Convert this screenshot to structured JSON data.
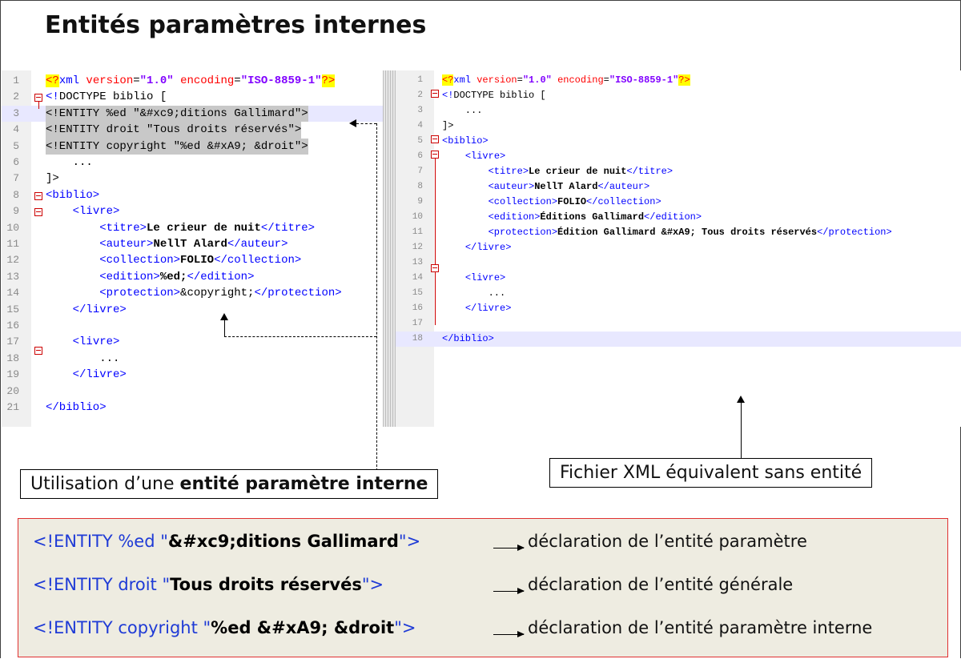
{
  "title": "Entités paramètres internes",
  "left_editor": {
    "lines": [
      {
        "n": "1",
        "parts": [
          [
            "pi",
            "<?"
          ],
          [
            "tag",
            "xml "
          ],
          [
            "attr",
            "version"
          ],
          [
            "plain",
            "="
          ],
          [
            "val",
            "\"1.0\""
          ],
          [
            "plain",
            " "
          ],
          [
            "attr",
            "encoding"
          ],
          [
            "plain",
            "="
          ],
          [
            "val",
            "\"ISO-8859-1\""
          ],
          [
            "pi",
            "?>"
          ]
        ]
      },
      {
        "n": "2",
        "parts": [
          [
            "tag",
            "<!"
          ],
          [
            "plain",
            "DOCTYPE biblio ["
          ]
        ]
      },
      {
        "n": "3",
        "parts": [
          [
            "plain",
            "<!ENTITY %ed \"&#xc9;ditions Gallimard\">"
          ]
        ]
      },
      {
        "n": "4",
        "parts": [
          [
            "plain",
            "<!ENTITY droit \"Tous droits réservés\">"
          ]
        ]
      },
      {
        "n": "5",
        "parts": [
          [
            "plain",
            "<!ENTITY copyright \"%ed &#xA9; &droit\">"
          ]
        ]
      },
      {
        "n": "6",
        "parts": [
          [
            "plain",
            "    ..."
          ]
        ]
      },
      {
        "n": "7",
        "parts": [
          [
            "plain",
            "]>"
          ]
        ]
      },
      {
        "n": "8",
        "parts": [
          [
            "tag",
            "<biblio>"
          ]
        ]
      },
      {
        "n": "9",
        "parts": [
          [
            "plain",
            "    "
          ],
          [
            "tag",
            "<livre>"
          ]
        ]
      },
      {
        "n": "10",
        "parts": [
          [
            "plain",
            "        "
          ],
          [
            "tag",
            "<titre>"
          ],
          [
            "text",
            "Le crieur de nuit"
          ],
          [
            "tag",
            "</titre>"
          ]
        ]
      },
      {
        "n": "11",
        "parts": [
          [
            "plain",
            "        "
          ],
          [
            "tag",
            "<auteur>"
          ],
          [
            "text",
            "NellT Alard"
          ],
          [
            "tag",
            "</auteur>"
          ]
        ]
      },
      {
        "n": "12",
        "parts": [
          [
            "plain",
            "        "
          ],
          [
            "tag",
            "<collection>"
          ],
          [
            "text",
            "FOLIO"
          ],
          [
            "tag",
            "</collection>"
          ]
        ]
      },
      {
        "n": "13",
        "parts": [
          [
            "plain",
            "        "
          ],
          [
            "tag",
            "<edition>"
          ],
          [
            "text",
            "%ed;"
          ],
          [
            "tag",
            "</edition>"
          ]
        ]
      },
      {
        "n": "14",
        "parts": [
          [
            "plain",
            "        "
          ],
          [
            "tag",
            "<protection>"
          ],
          [
            "plain",
            "&copyright;"
          ],
          [
            "tag",
            "</protection>"
          ]
        ]
      },
      {
        "n": "15",
        "parts": [
          [
            "plain",
            "    "
          ],
          [
            "tag",
            "</livre>"
          ]
        ]
      },
      {
        "n": "16",
        "parts": []
      },
      {
        "n": "17",
        "parts": [
          [
            "plain",
            "    "
          ],
          [
            "tag",
            "<livre>"
          ]
        ]
      },
      {
        "n": "18",
        "parts": [
          [
            "plain",
            "        ..."
          ]
        ]
      },
      {
        "n": "19",
        "parts": [
          [
            "plain",
            "    "
          ],
          [
            "tag",
            "</livre>"
          ]
        ]
      },
      {
        "n": "20",
        "parts": []
      },
      {
        "n": "21",
        "parts": [
          [
            "tag",
            "</biblio>"
          ]
        ]
      }
    ]
  },
  "right_editor": {
    "lines": [
      {
        "n": "1",
        "parts": [
          [
            "pi",
            "<?"
          ],
          [
            "tag",
            "xml "
          ],
          [
            "attr",
            "version"
          ],
          [
            "plain",
            "="
          ],
          [
            "val",
            "\"1.0\""
          ],
          [
            "plain",
            " "
          ],
          [
            "attr",
            "encoding"
          ],
          [
            "plain",
            "="
          ],
          [
            "val",
            "\"ISO-8859-1\""
          ],
          [
            "pi",
            "?>"
          ]
        ]
      },
      {
        "n": "2",
        "parts": [
          [
            "tag",
            "<!"
          ],
          [
            "plain",
            "DOCTYPE biblio ["
          ]
        ]
      },
      {
        "n": "3",
        "parts": [
          [
            "plain",
            "    ..."
          ]
        ]
      },
      {
        "n": "4",
        "parts": [
          [
            "plain",
            "]>"
          ]
        ]
      },
      {
        "n": "5",
        "parts": [
          [
            "tag",
            "<biblio>"
          ]
        ]
      },
      {
        "n": "6",
        "parts": [
          [
            "plain",
            "    "
          ],
          [
            "tag",
            "<livre>"
          ]
        ]
      },
      {
        "n": "7",
        "parts": [
          [
            "plain",
            "        "
          ],
          [
            "tag",
            "<titre>"
          ],
          [
            "text",
            "Le crieur de nuit"
          ],
          [
            "tag",
            "</titre>"
          ]
        ]
      },
      {
        "n": "8",
        "parts": [
          [
            "plain",
            "        "
          ],
          [
            "tag",
            "<auteur>"
          ],
          [
            "text",
            "NellT Alard"
          ],
          [
            "tag",
            "</auteur>"
          ]
        ]
      },
      {
        "n": "9",
        "parts": [
          [
            "plain",
            "        "
          ],
          [
            "tag",
            "<collection>"
          ],
          [
            "text",
            "FOLIO"
          ],
          [
            "tag",
            "</collection>"
          ]
        ]
      },
      {
        "n": "10",
        "parts": [
          [
            "plain",
            "        "
          ],
          [
            "tag",
            "<edition>"
          ],
          [
            "text",
            "Éditions Gallimard"
          ],
          [
            "tag",
            "</edition>"
          ]
        ]
      },
      {
        "n": "11",
        "parts": [
          [
            "plain",
            "        "
          ],
          [
            "tag",
            "<protection>"
          ],
          [
            "text",
            "Édition Gallimard &#xA9; Tous droits réservés"
          ],
          [
            "tag",
            "</protection>"
          ]
        ]
      },
      {
        "n": "12",
        "parts": [
          [
            "plain",
            "    "
          ],
          [
            "tag",
            "</livre>"
          ]
        ]
      },
      {
        "n": "13",
        "parts": []
      },
      {
        "n": "14",
        "parts": [
          [
            "plain",
            "    "
          ],
          [
            "tag",
            "<livre>"
          ]
        ]
      },
      {
        "n": "15",
        "parts": [
          [
            "plain",
            "        ..."
          ]
        ]
      },
      {
        "n": "16",
        "parts": [
          [
            "plain",
            "    "
          ],
          [
            "tag",
            "</livre>"
          ]
        ]
      },
      {
        "n": "17",
        "parts": []
      },
      {
        "n": "18",
        "parts": [
          [
            "tag",
            "</biblio>"
          ]
        ]
      }
    ]
  },
  "callouts": {
    "left_prefix": "Utilisation d’une ",
    "left_bold": "entité paramètre interne",
    "right": "Fichier XML équivalent sans entité"
  },
  "legend": {
    "rows": [
      {
        "prefix": "<!ENTITY %ed \"",
        "bold": "&#xc9;ditions Gallimard",
        "suffix": "\">",
        "desc": "déclaration de l’entité paramètre"
      },
      {
        "prefix": "<!ENTITY droit \"",
        "bold": "Tous droits réservés",
        "suffix": "\">",
        "desc": "déclaration de l’entité générale"
      },
      {
        "prefix": "<!ENTITY copyright \"",
        "bold": "%ed &#xA9; &droit",
        "suffix": "\">",
        "desc": "déclaration de l’entité paramètre interne"
      }
    ]
  },
  "colors": {
    "tag": "#0000ff",
    "attr": "#ff0000",
    "value": "#8000ff",
    "legend_code": "#1f3bd6",
    "legend_bg": "#eeece1",
    "legend_border": "#e03030"
  }
}
